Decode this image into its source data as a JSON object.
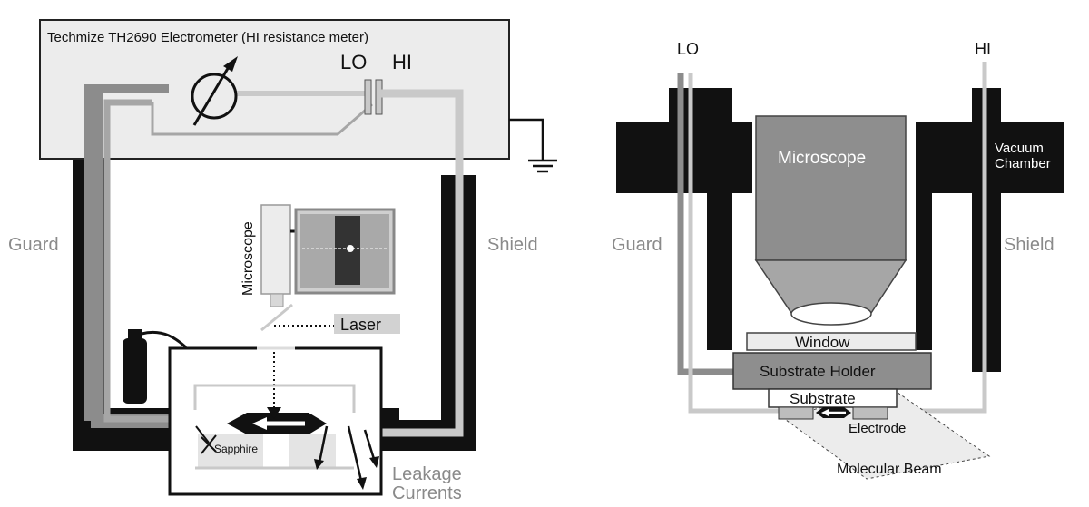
{
  "left_panel": {
    "instrument_title": "Techmize TH2690 Electrometer (HI resistance meter)",
    "lo_label": "LO",
    "hi_label": "HI",
    "guard_label": "Guard",
    "shield_label": "Shield",
    "microscope_label": "Microscope",
    "laser_label": "Laser",
    "sapphire_label": "Sapphire",
    "leakage_label_line1": "Leakage",
    "leakage_label_line2": "Currents"
  },
  "right_panel": {
    "lo_label": "LO",
    "hi_label": "HI",
    "guard_label": "Guard",
    "shield_label": "Shield",
    "microscope_label": "Microscope",
    "vacuum_label_line1": "Vacuum",
    "vacuum_label_line2": "Chamber",
    "window_label": "Window",
    "substrate_holder_label": "Substrate Holder",
    "substrate_label": "Substrate",
    "electrode_label": "Electrode",
    "molecular_beam_label": "Molecular Beam"
  },
  "colors": {
    "black": "#111111",
    "dark_gray": "#8c8c8c",
    "mid_gray": "#a6a6a6",
    "light_gray": "#c9c9c9",
    "panel_bg": "#ececec",
    "label_gray": "#8a8a8a"
  }
}
